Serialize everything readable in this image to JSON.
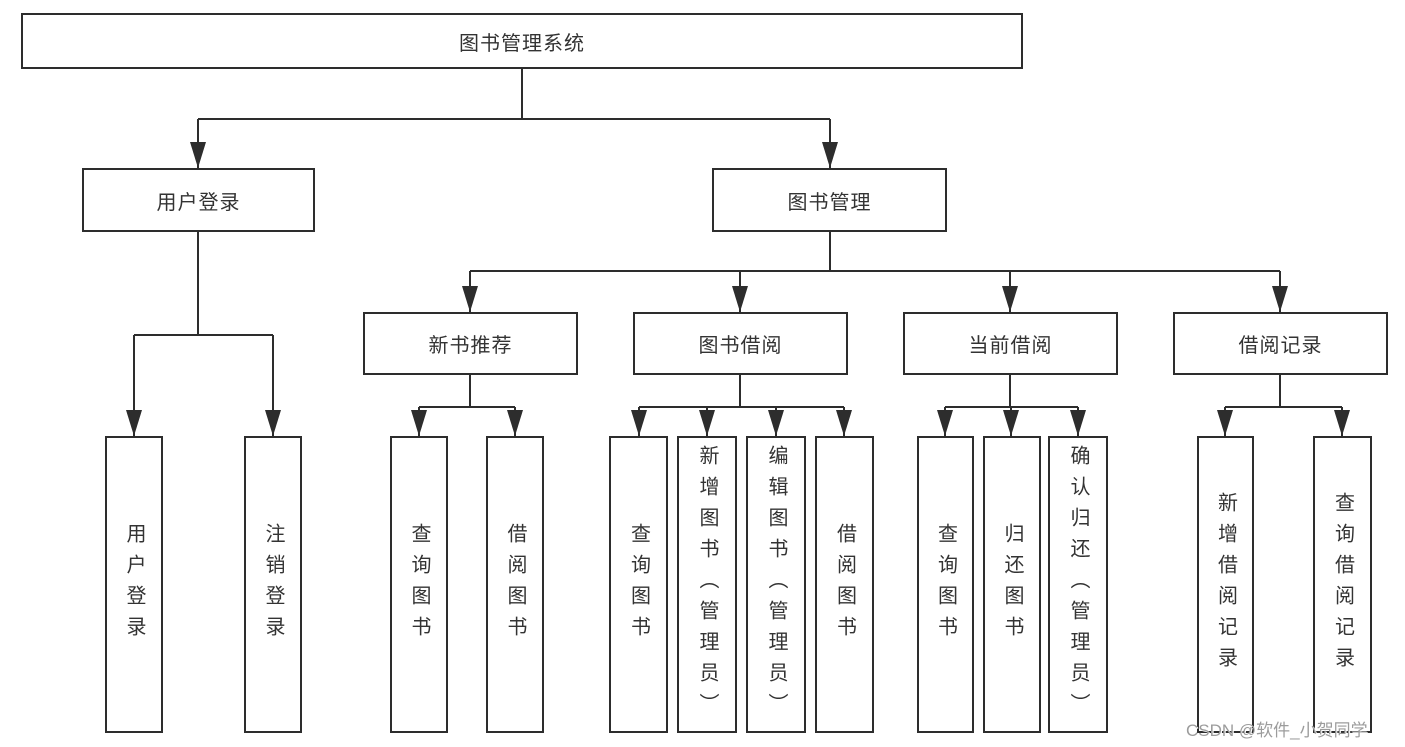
{
  "tree": {
    "root": {
      "label": "图书管理系统"
    },
    "branches": [
      {
        "label": "用户登录",
        "children": [
          {
            "label": "用户登录"
          },
          {
            "label": "注销登录"
          }
        ]
      },
      {
        "label": "图书管理",
        "children": [
          {
            "label": "新书推荐",
            "children": [
              {
                "label": "查询图书"
              },
              {
                "label": "借阅图书"
              }
            ]
          },
          {
            "label": "图书借阅",
            "children": [
              {
                "label": "查询图书"
              },
              {
                "label": "新增图书（管理员）"
              },
              {
                "label": "编辑图书（管理员）"
              },
              {
                "label": "借阅图书"
              }
            ]
          },
          {
            "label": "当前借阅",
            "children": [
              {
                "label": "查询图书"
              },
              {
                "label": "归还图书"
              },
              {
                "label": "确认归还（管理员）"
              }
            ]
          },
          {
            "label": "借阅记录",
            "children": [
              {
                "label": "新增借阅记录"
              },
              {
                "label": "查询借阅记录"
              }
            ]
          }
        ]
      }
    ]
  },
  "watermark": {
    "text": "CSDN @软件_小贺同学"
  },
  "colors": {
    "line": "#2d2d2d",
    "text": "#333333",
    "background": "#ffffff",
    "watermark": "#9c9c9c"
  }
}
